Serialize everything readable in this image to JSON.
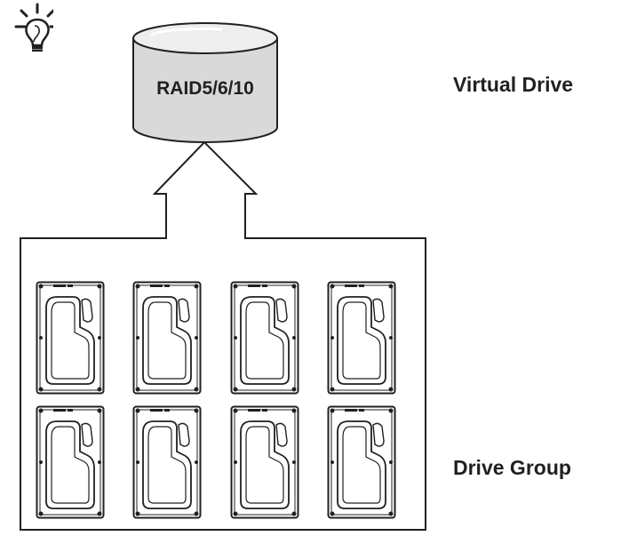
{
  "virtual_drive": {
    "raid_label": "RAID5/6/10",
    "side_label": "Virtual Drive"
  },
  "drive_group": {
    "side_label": "Drive Group",
    "drives": [
      {
        "row": 1,
        "col": 1
      },
      {
        "row": 1,
        "col": 2
      },
      {
        "row": 1,
        "col": 3
      },
      {
        "row": 1,
        "col": 4
      },
      {
        "row": 2,
        "col": 1
      },
      {
        "row": 2,
        "col": 2
      },
      {
        "row": 2,
        "col": 3
      },
      {
        "row": 2,
        "col": 4
      }
    ]
  },
  "icons": {
    "tip": "lightbulb-icon",
    "drive": "hard-drive-icon"
  },
  "colors": {
    "line": "#231f20",
    "cylinder_top": "#e6e6e6",
    "cylinder_body": "#d4d4d4"
  }
}
